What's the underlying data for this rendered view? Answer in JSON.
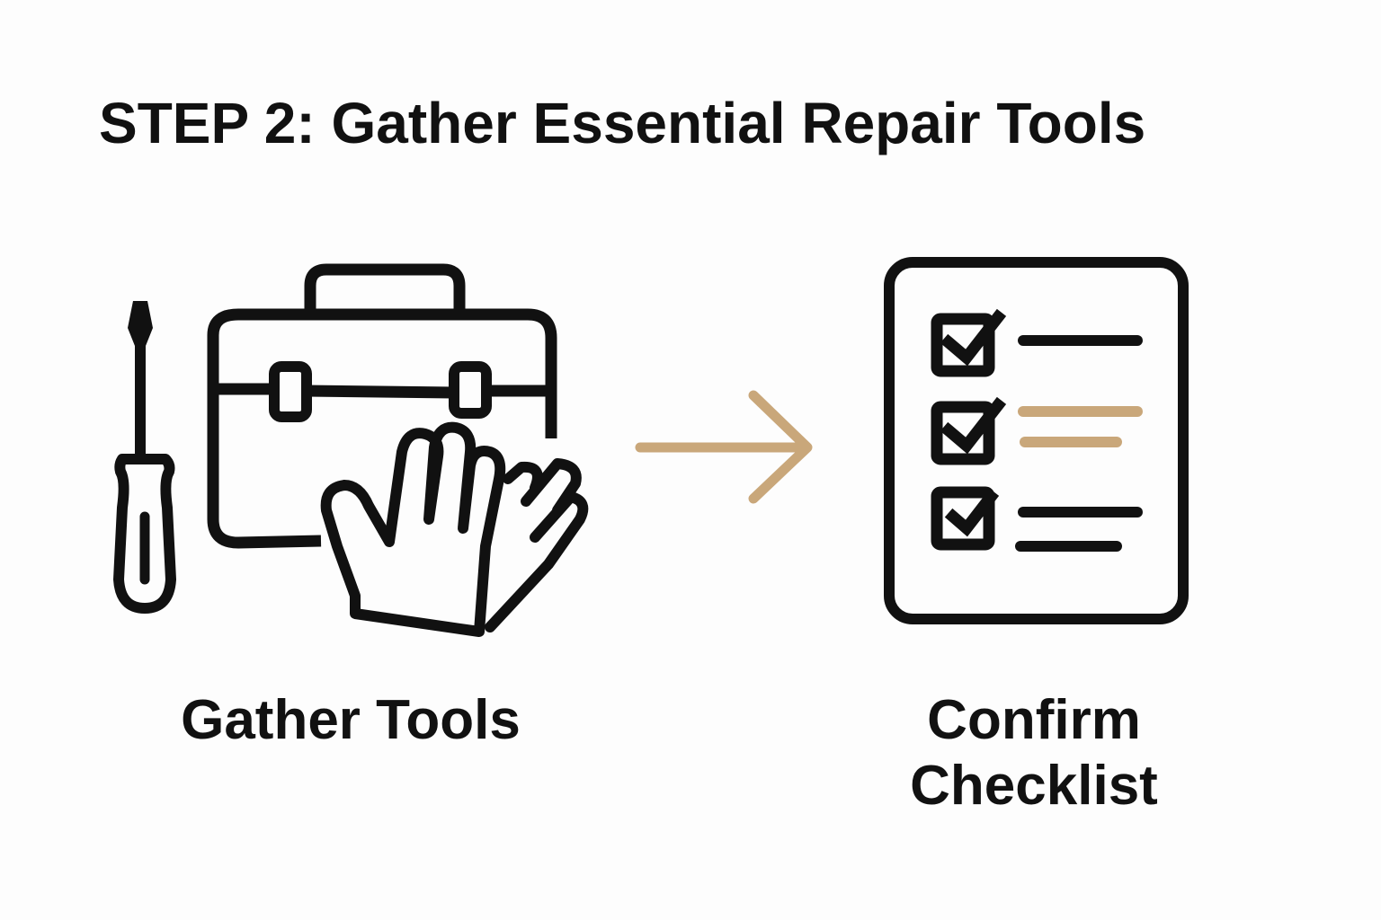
{
  "title": "STEP 2: Gather Essential Repair Tools",
  "steps": [
    {
      "label": "Gather Tools",
      "icons": [
        "screwdriver-icon",
        "toolbox-icon",
        "gloves-icon"
      ]
    },
    {
      "label_line1": "Confirm",
      "label_line2": "Checklist",
      "icons": [
        "checklist-icon"
      ]
    }
  ],
  "colors": {
    "ink": "#111111",
    "accent": "#c9a77a",
    "background": "#fdfdfd"
  }
}
